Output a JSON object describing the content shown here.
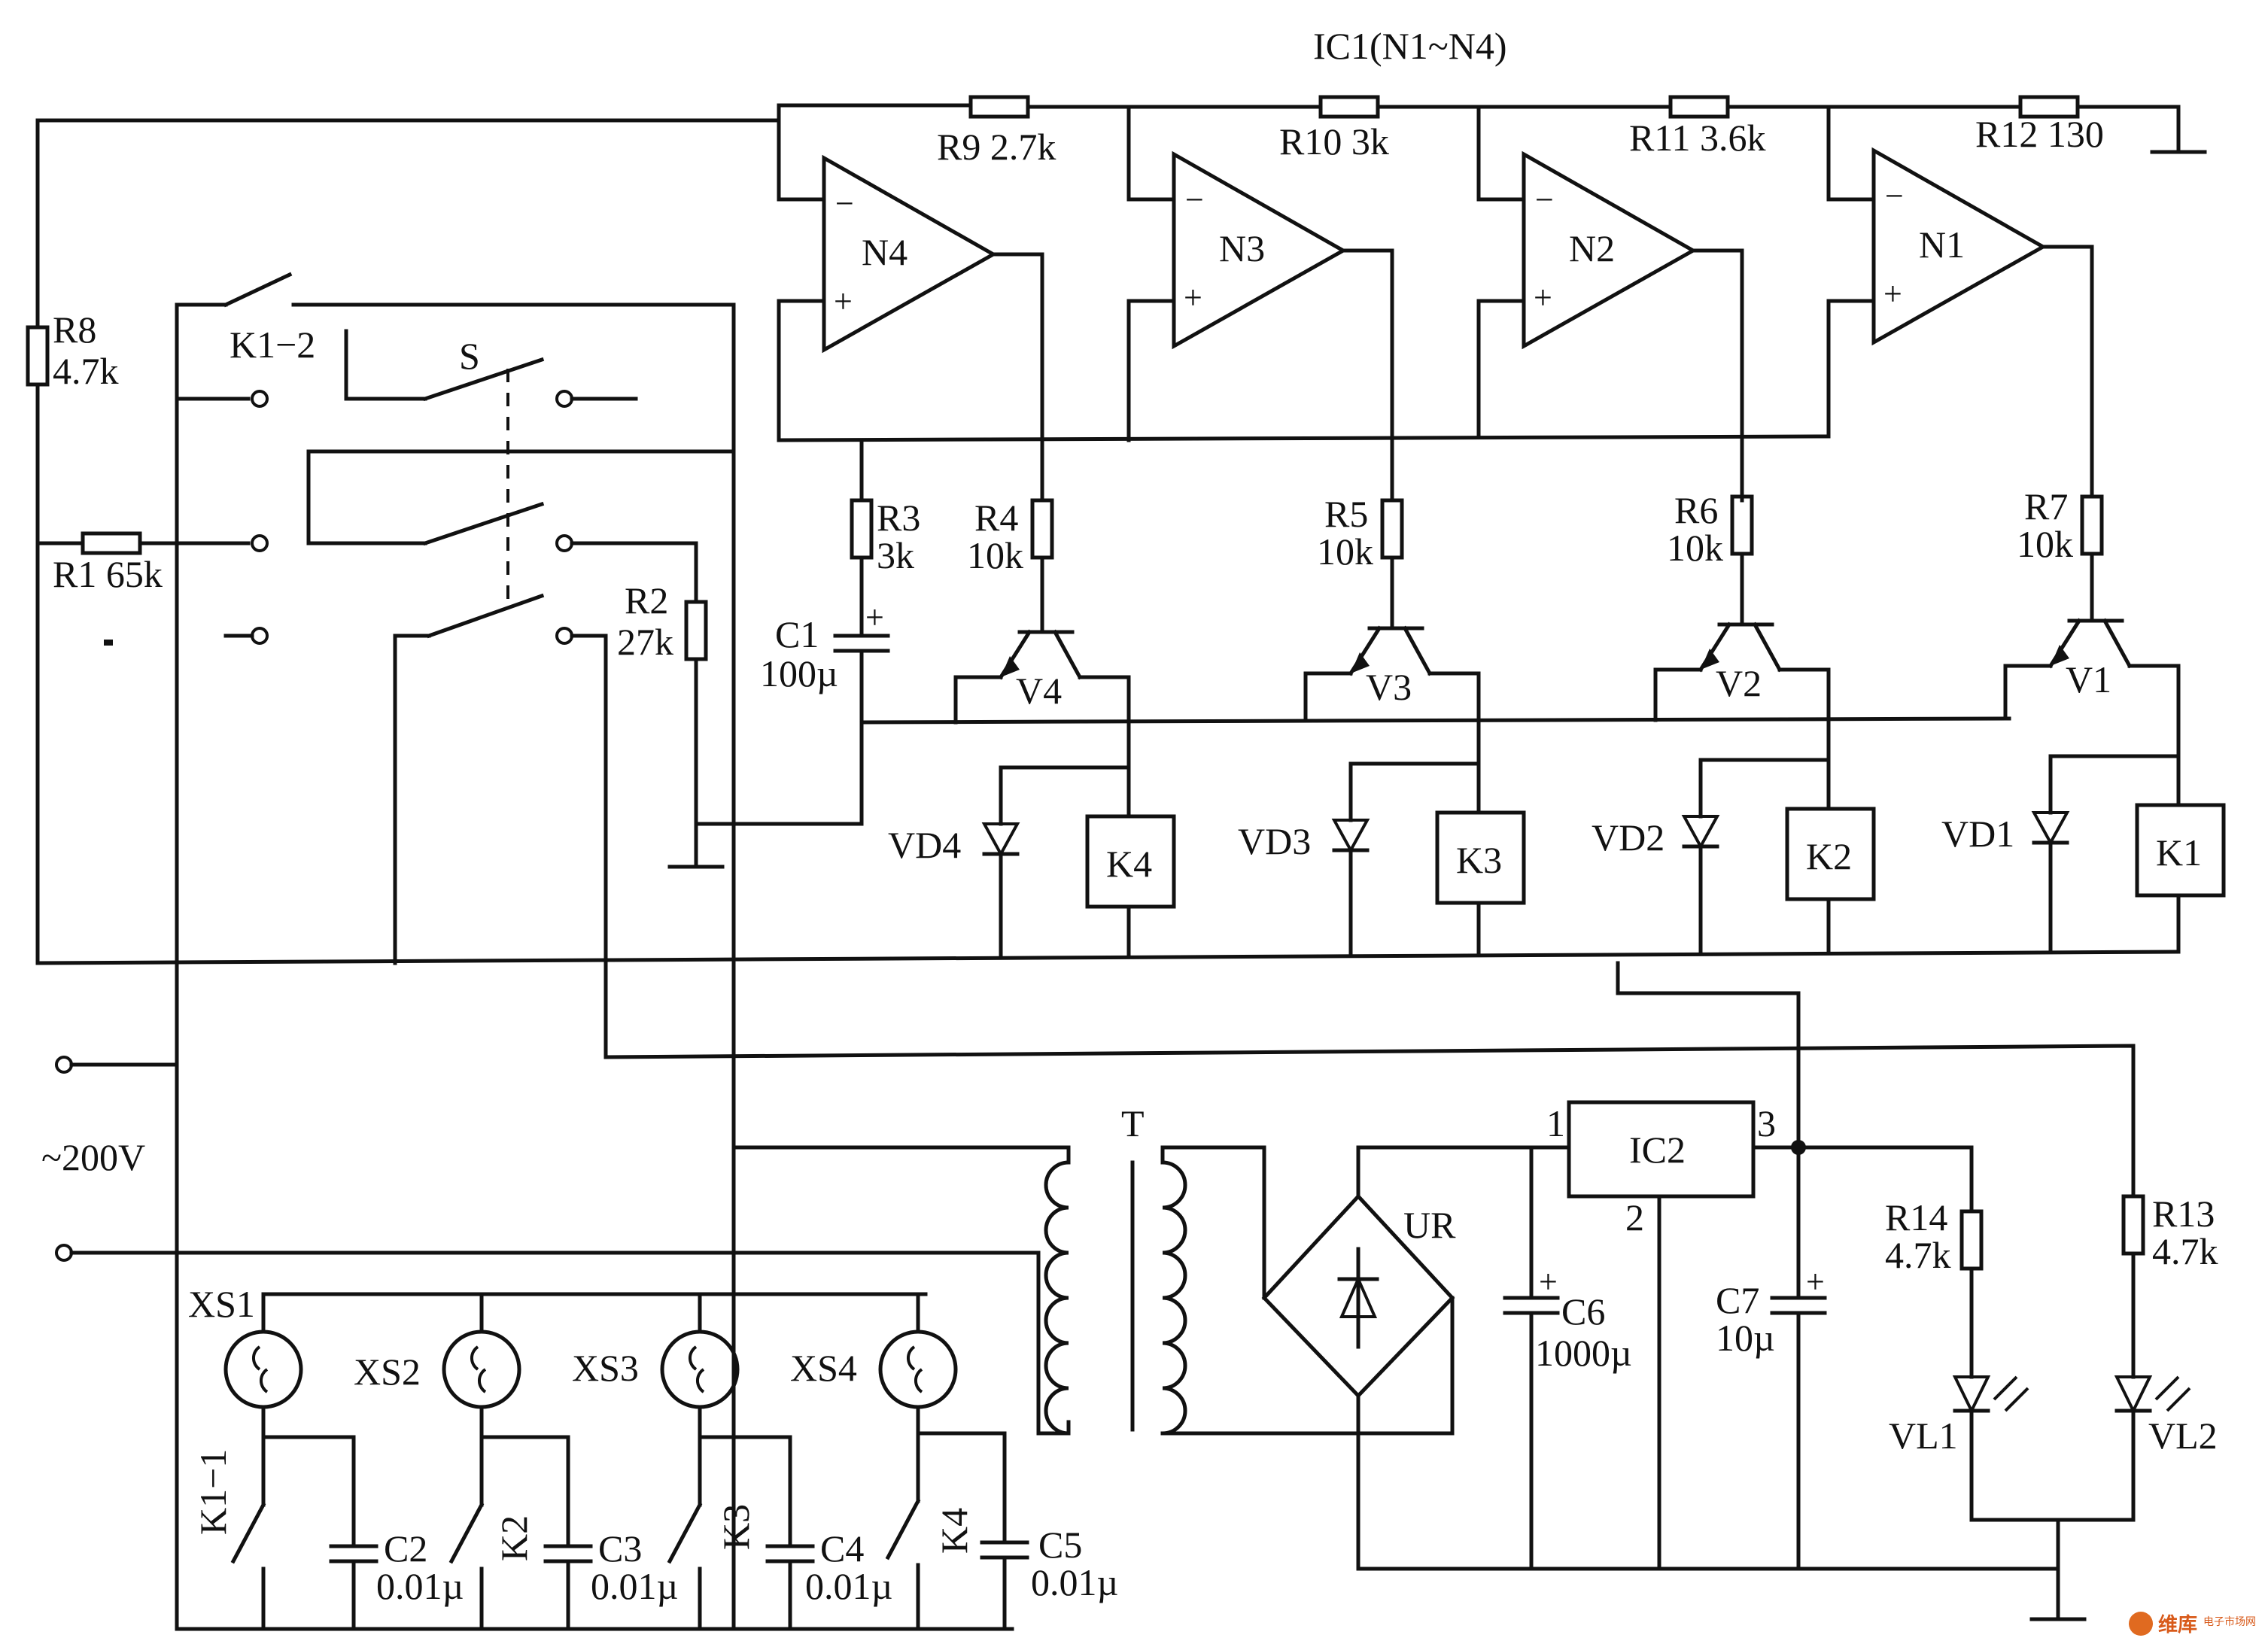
{
  "title": "IC1(N1~N4)",
  "supply": "~200V",
  "opamps": [
    "N4",
    "N3",
    "N2",
    "N1"
  ],
  "resistors": {
    "r9": "R9 2.7k",
    "r10": "R10 3k",
    "r11": "R11 3.6k",
    "r12": "R12 130",
    "r8_name": "R8",
    "r8_val": "4.7k",
    "r1": "R1 65k",
    "r2_name": "R2",
    "r2_val": "27k",
    "r3_name": "R3",
    "r3_val": "3k",
    "r4_name": "R4",
    "r4_val": "10k",
    "r5_name": "R5",
    "r5_val": "10k",
    "r6_name": "R6",
    "r6_val": "10k",
    "r7_name": "R7",
    "r7_val": "10k",
    "r14_name": "R14",
    "r14_val": "4.7k",
    "r13_name": "R13",
    "r13_val": "4.7k"
  },
  "capacitors": {
    "c1_name": "C1",
    "c1_val": "100µ",
    "c6_name": "C6",
    "c6_val": "1000µ",
    "c7_name": "C7",
    "c7_val": "10µ",
    "c2_name": "C2",
    "c2_val": "0.01µ",
    "c3_name": "C3",
    "c3_val": "0.01µ",
    "c4_name": "C4",
    "c4_val": "0.01µ",
    "c5_name": "C5",
    "c5_val": "0.01µ"
  },
  "transistors": [
    "V4",
    "V3",
    "V2",
    "V1"
  ],
  "diodes": [
    "VD4",
    "VD3",
    "VD2",
    "VD1"
  ],
  "relays": [
    "K4",
    "K3",
    "K2",
    "K1"
  ],
  "contacts": {
    "k1_2": "K1−2",
    "k1_1": "K1−1",
    "k2": "K2",
    "k3": "K3",
    "k4": "K4"
  },
  "switch": "S",
  "sockets": [
    "XS1",
    "XS2",
    "XS3",
    "XS4"
  ],
  "transformer": "T",
  "bridge": "UR",
  "regulator": {
    "name": "IC2",
    "pin1": "1",
    "pin2": "2",
    "pin3": "3"
  },
  "leds": [
    "VL1",
    "VL2"
  ],
  "watermark": {
    "brand": "维库",
    "sub": "电子市场网"
  }
}
